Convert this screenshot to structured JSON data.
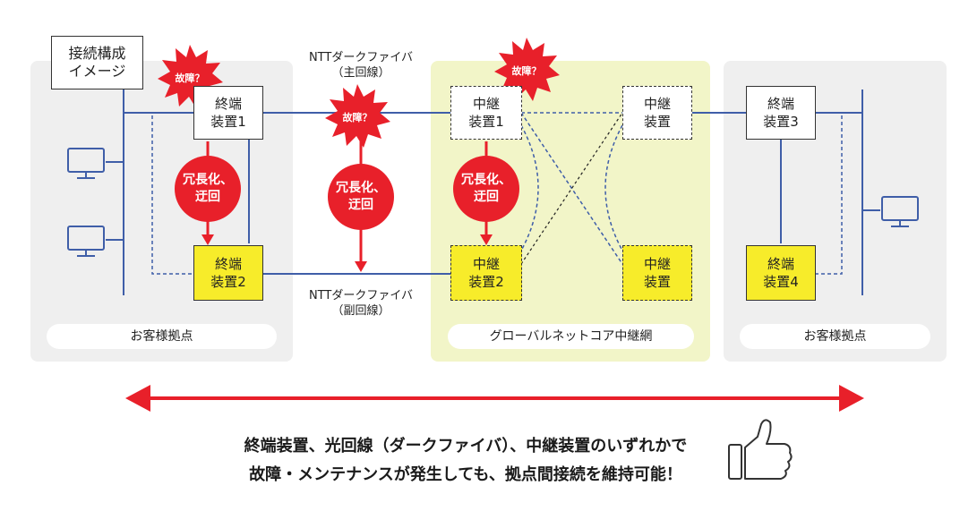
{
  "title": "接続構成\nイメージ",
  "zones": {
    "left": "お客様拠点",
    "center": "グローバルネットコア中継網",
    "right": "お客様拠点"
  },
  "devices": {
    "term1": "終端\n装置1",
    "term2": "終端\n装置2",
    "relay1": "中継\n装置1",
    "relay2": "中継\n装置2",
    "relay_top_right": "中継\n装置",
    "relay_bottom_right": "中継\n装置",
    "term3": "終端\n装置3",
    "term4": "終端\n装置4"
  },
  "lines": {
    "primary": "NTTダークファイバ\n（主回線）",
    "secondary": "NTTダークファイバ\n（副回線）"
  },
  "fault_label": "故障？",
  "redundancy_label": "冗長化、\n迂回",
  "bottom_message": {
    "line1": "終端装置、光回線（ダークファイバ）、中継装置のいずれかで",
    "line2": "故障・メンテナンスが発生しても、拠点間接続を維持可能！"
  },
  "icons": [
    "monitor-icon",
    "burst-icon",
    "thumbs-up-icon",
    "double-arrow-icon"
  ],
  "colors": {
    "fault_red": "#e8202a",
    "line_blue": "#3f5ea8",
    "device_yellow": "#f7ec2a",
    "core_zone": "#f2f5c8",
    "site_zone": "#efefef"
  }
}
